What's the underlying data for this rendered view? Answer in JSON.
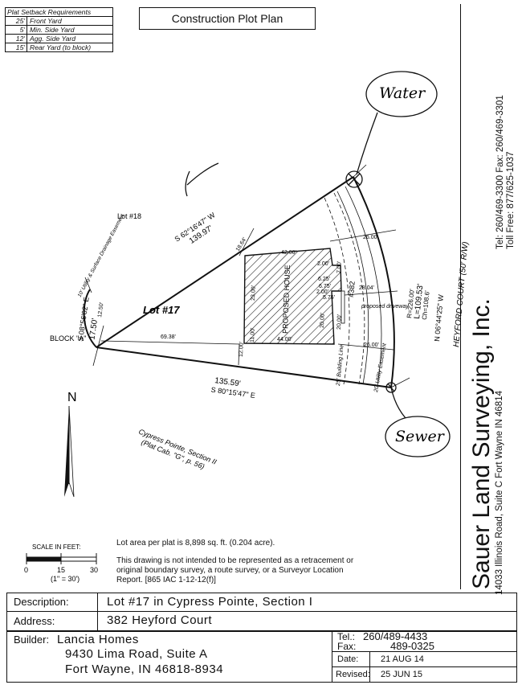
{
  "setback": {
    "title": "Plat Setback Requirements",
    "rows": [
      {
        "dist": "25'",
        "desc": "Front Yard"
      },
      {
        "dist": "5'",
        "desc": "Min. Side Yard"
      },
      {
        "dist": "12'",
        "desc": "Agg. Side Yard"
      },
      {
        "dist": "15'",
        "desc": "Rear Yard (to block)"
      }
    ]
  },
  "plan_title": "Construction Plot Plan",
  "company": {
    "name": "Sauer Land Surveying, Inc.",
    "address": "14033 Illinois Road, Suite C  Fort Wayne IN 46814",
    "phone_fax": "Tel: 260/469-3300  Fax: 260/469-3301",
    "toll_free": "Toll Free: 877/625-1037"
  },
  "drawing": {
    "lot_label": "Lot #17",
    "lot18": "Lot #18",
    "block": "BLOCK \"A\"",
    "street": "HEYFORD COURT (50' R/W)",
    "bearing_north": "S 62°16'47\" W",
    "dist_north": "139.97'",
    "bearing_south": "S 80°15'47\" E",
    "dist_south": "135.59'",
    "bearing_west": "S 08°56'02\" E",
    "dist_west": "17.50'",
    "bearing_east": "N 06°44'25\" W",
    "curve_r": "R=226.00'",
    "curve_l": "L=109.53'",
    "curve_ch": "Ch=108.6'",
    "house_label": "PROPOSED HOUSE",
    "house_no": "#382",
    "dim_42": "42.00'",
    "dim_44": "44.00'",
    "dim_23": "23.00'",
    "dim_11": "11.00'",
    "dim_20a": "20.00'",
    "dim_20b": "20.00'",
    "dim_7": "7.00'",
    "dim_2a": "2.00'",
    "dim_2b": "2.00'",
    "dim_625": "6.25'",
    "dim_675": "6.75'",
    "dim_575": "5.75'",
    "dim_12": "12.00'",
    "dim_2604_top": "26.00'",
    "dim_2804": "28.04'",
    "dim_2604_bot": "26.00'",
    "dim_1864": "18.64'",
    "dim_6938": "69.38'",
    "dim_1250": "12.50'",
    "driveway": "proposed driveway",
    "bldg_line": "25' Building Line",
    "utility_w": "10' Utility & Surface Drainage Easement",
    "utility_e": "20' Utility Easement",
    "cypress": "Cypress Pointe, Section II",
    "cypress_plat": "(Plat Cab. \"G\", p. 56)",
    "north": "N",
    "water": "Water",
    "sewer": "Sewer"
  },
  "scale": {
    "label": "SCALE IN FEET:",
    "t0": "0",
    "t15": "15",
    "t30": "30",
    "ratio": "(1\" = 30')"
  },
  "notes": {
    "area": "Lot area per plat is 8,898 sq. ft. (0.204 acre).",
    "disclaimer_1": "This drawing is not intended to be represented as a retracement or",
    "disclaimer_2": "original boundary survey, a route survey, or a Surveyor Location",
    "disclaimer_3": "Report.  [865 IAC 1-12-12(f)]"
  },
  "info": {
    "description_label": "Description:",
    "description": "Lot #17 in Cypress Pointe, Section I",
    "address_label": "Address:",
    "address": "382 Heyford Court",
    "builder_label": "Builder:",
    "builder_name": "Lancia Homes",
    "builder_addr1": "9430 Lima Road, Suite A",
    "builder_addr2": "Fort Wayne, IN 46818-8934",
    "tel_label": "Tel.:",
    "tel": "260/489-4433",
    "fax_label": "Fax:",
    "fax": "489-0325",
    "date_label": "Date:",
    "date": "21 AUG 14",
    "revised_label": "Revised:",
    "revised": "25 JUN 15"
  }
}
